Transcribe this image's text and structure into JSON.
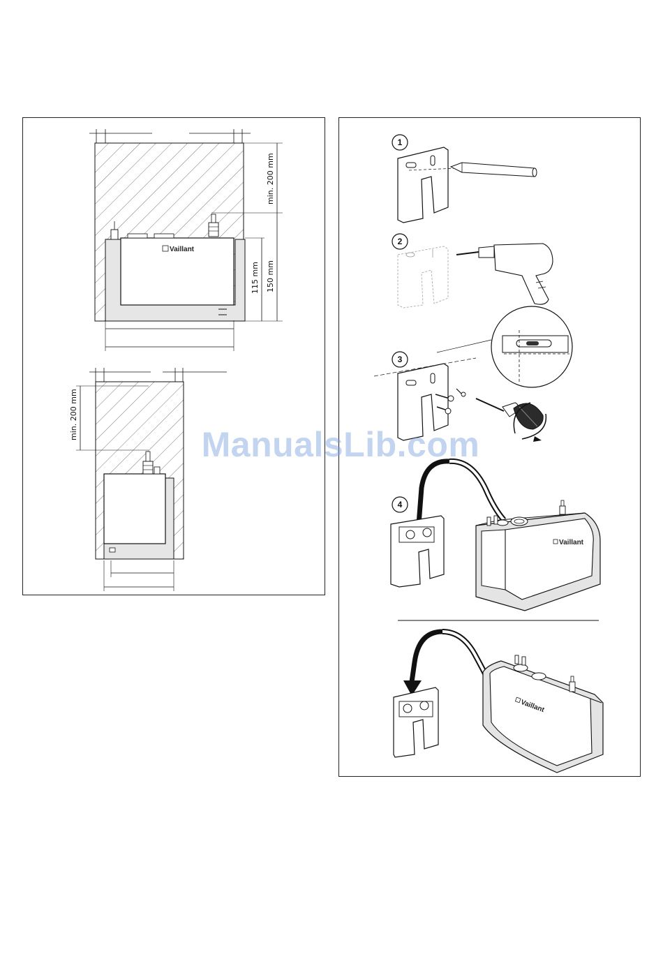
{
  "figure_left": {
    "brand_label": "Vaillant",
    "dim_clearance_top": "min. 200 mm",
    "dim_height_150": "150 mm",
    "dim_height_115": "115 mm",
    "dim_clearance_bottom": "min. 200 mm"
  },
  "figure_right": {
    "steps": [
      {
        "number": "1",
        "tool": "pencil-icon"
      },
      {
        "number": "2",
        "tool": "drill-icon"
      },
      {
        "number": "3",
        "tool": "screwdriver-icon"
      },
      {
        "number": "4",
        "tool": "water-heater-icon"
      }
    ],
    "brand_label_a": "Vaillant",
    "brand_label_b": "Vaillant"
  },
  "watermark": "ManualsLib.com",
  "colors": {
    "line": "#111111",
    "unit_gray": "#e4e4e4",
    "watermark": "#78a0dc"
  }
}
